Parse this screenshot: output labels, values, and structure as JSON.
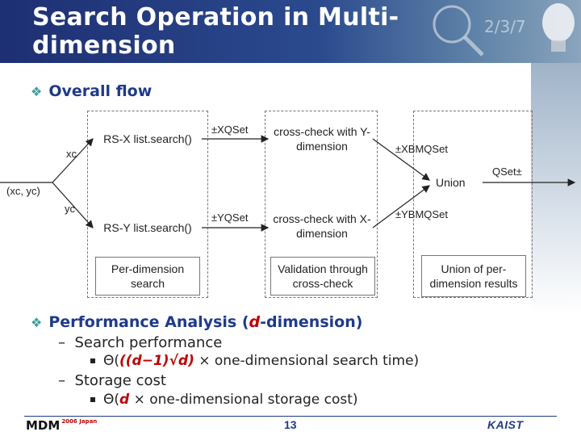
{
  "header": {
    "title": "Search Operation in Multi-dimension"
  },
  "overall_flow": {
    "heading": "Overall flow",
    "input_label": "(xc, yc)",
    "xc_label": "xc",
    "yc_label": "yc",
    "rs_x_box": "RS-X list.search()",
    "rs_y_box": "RS-Y list.search()",
    "xqset_label": "±XQSet",
    "yqset_label": "±YQSet",
    "cross_check_y_box": "cross-check with Y-dimension",
    "cross_check_x_box": "cross-check with X-dimension",
    "xbmqset_label": "±XBMQSet",
    "ybmqset_label": "±YBMQSet",
    "union_label": "Union",
    "qset_label": "QSet±",
    "per_dimension_box": "Per-dimension search",
    "validation_box": "Validation through cross-check",
    "union_results_box": "Union of per-dimension results"
  },
  "performance": {
    "heading_prefix": "Performance Analysis (",
    "heading_var": "d",
    "heading_suffix": "-dimension)",
    "search_item": "Search performance",
    "search_formula_prefix": "Θ(",
    "search_formula_em": "((d−1)√d)",
    "search_formula_suffix": " × one-dimensional search time)",
    "storage_item": "Storage cost",
    "storage_formula_prefix": "Θ(",
    "storage_formula_em": "d",
    "storage_formula_suffix": " × one-dimensional storage cost)"
  },
  "footer": {
    "logo_left": "MDM",
    "logo_left_year": "2006 Japan",
    "page_number": "13",
    "logo_right": "KAIST"
  },
  "colors": {
    "header_dark": "#1e2f73",
    "heading_blue": "#1e3a8a",
    "accent_red": "#c00000",
    "bullet_teal": "#3aa0a0"
  }
}
